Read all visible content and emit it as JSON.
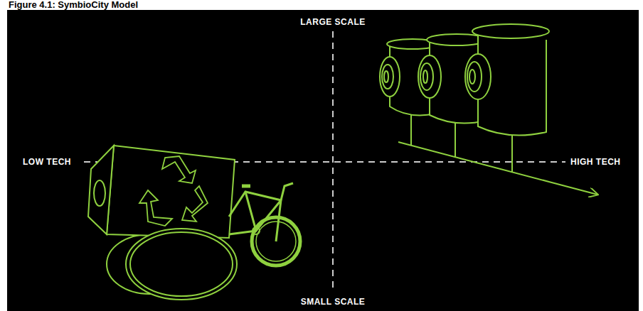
{
  "diagram": {
    "title": "Figure 4.1: SymbioCity Model",
    "labels": [
      "LARGE SCALE",
      "LOW TECH",
      "HIGH TECH",
      "SMALL SCALE"
    ]
  }
}
